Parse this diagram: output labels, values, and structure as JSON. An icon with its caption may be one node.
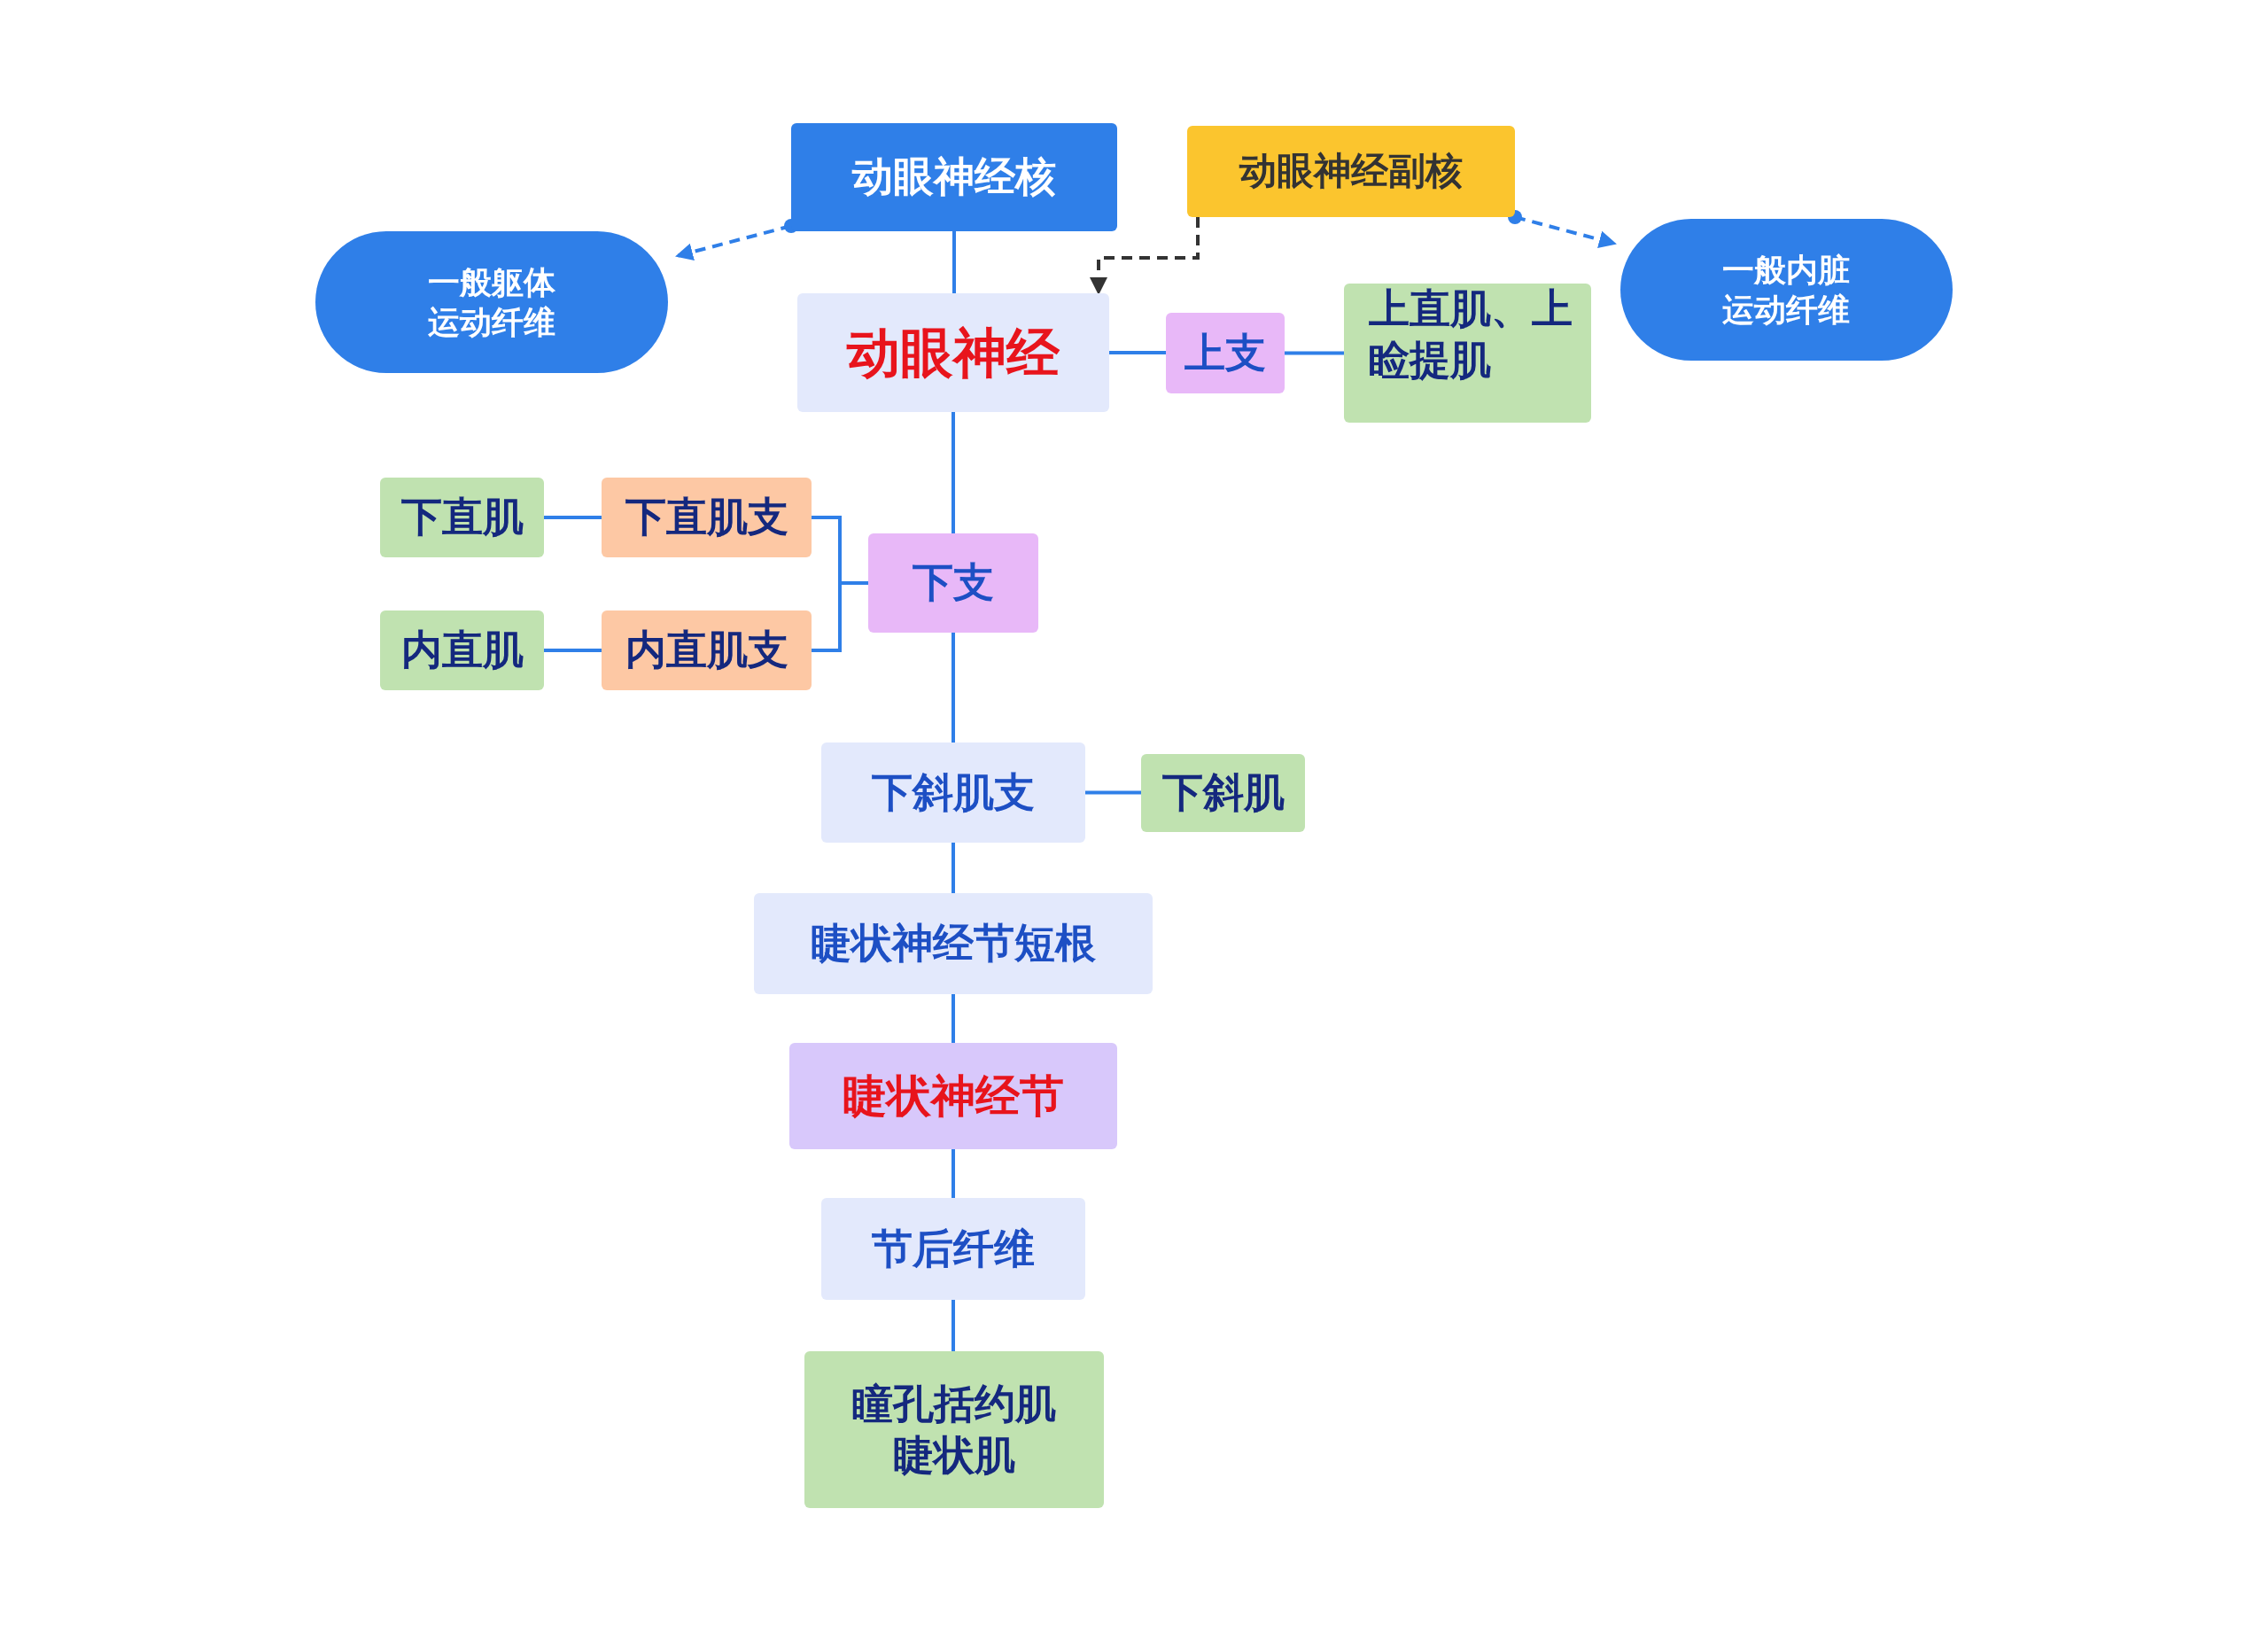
{
  "diagram": {
    "nodes": [
      {
        "text": [
          "动眼神经核"
        ]
      },
      {
        "text": [
          "动眼神经副核"
        ]
      },
      {
        "text": [
          "一般躯体运动纤维"
        ]
      },
      {
        "text": [
          "一般内脏运动纤维"
        ]
      },
      {
        "text": [
          "动眼神经"
        ]
      },
      {
        "text": [
          "上支"
        ]
      },
      {
        "text": [
          "上直肌、上睑提肌"
        ]
      },
      {
        "text": [
          "下支"
        ]
      },
      {
        "text": [
          "下直肌支"
        ]
      },
      {
        "text": [
          "下直肌"
        ]
      },
      {
        "text": [
          "内直肌支"
        ]
      },
      {
        "text": [
          "内直肌"
        ]
      },
      {
        "text": [
          "下斜肌支"
        ]
      },
      {
        "text": [
          "下斜肌"
        ]
      },
      {
        "text": [
          "睫状神经节短根"
        ]
      },
      {
        "text": [
          "睫状神经节"
        ]
      },
      {
        "text": [
          "节后纤维"
        ]
      },
      {
        "text": [
          "瞳孔括约肌睫状肌"
        ]
      }
    ],
    "edges": [
      {
        "from": 0,
        "to": 4,
        "arrow": "none"
      },
      {
        "from": 0,
        "to": 2,
        "arrow": "to",
        "style": "dashed"
      },
      {
        "from": 1,
        "to": 4,
        "arrow": "to",
        "style": "dashed",
        "color": "#333333"
      },
      {
        "from": 1,
        "to": 3,
        "arrow": "to",
        "style": "dashed"
      },
      {
        "from": 4,
        "to": 5,
        "arrow": "none"
      },
      {
        "from": 5,
        "to": 6,
        "arrow": "none"
      },
      {
        "from": 4,
        "to": 7,
        "arrow": "none"
      },
      {
        "from": 7,
        "to": 8,
        "arrow": "none"
      },
      {
        "from": 7,
        "to": 10,
        "arrow": "none"
      },
      {
        "from": 8,
        "to": 9,
        "arrow": "none"
      },
      {
        "from": 10,
        "to": 11,
        "arrow": "none"
      },
      {
        "from": 7,
        "to": 12,
        "arrow": "none"
      },
      {
        "from": 12,
        "to": 13,
        "arrow": "none"
      },
      {
        "from": 12,
        "to": 14,
        "arrow": "none"
      },
      {
        "from": 14,
        "to": 15,
        "arrow": "none"
      },
      {
        "from": 15,
        "to": 16,
        "arrow": "none"
      },
      {
        "from": 16,
        "to": 17,
        "arrow": "none"
      }
    ]
  }
}
